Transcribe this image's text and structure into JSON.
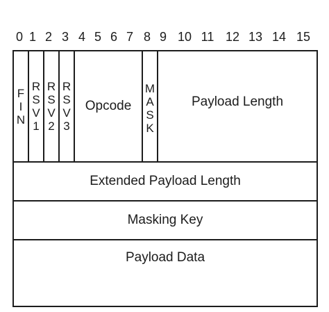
{
  "bit_numbers": [
    "0",
    "1",
    "2",
    "3",
    "4",
    "5",
    "6",
    "7",
    "8",
    "9",
    "10",
    "11",
    "12",
    "13",
    "14",
    "15"
  ],
  "fields": {
    "fin": "FIN",
    "rsv1": "RSV1",
    "rsv2": "RSV2",
    "rsv3": "RSV3",
    "opcode": "Opcode",
    "mask": "MASK",
    "payload_length": "Payload Length"
  },
  "rows": {
    "extended_payload_length": "Extended Payload Length",
    "masking_key": "Masking Key",
    "payload_data": "Payload Data"
  }
}
